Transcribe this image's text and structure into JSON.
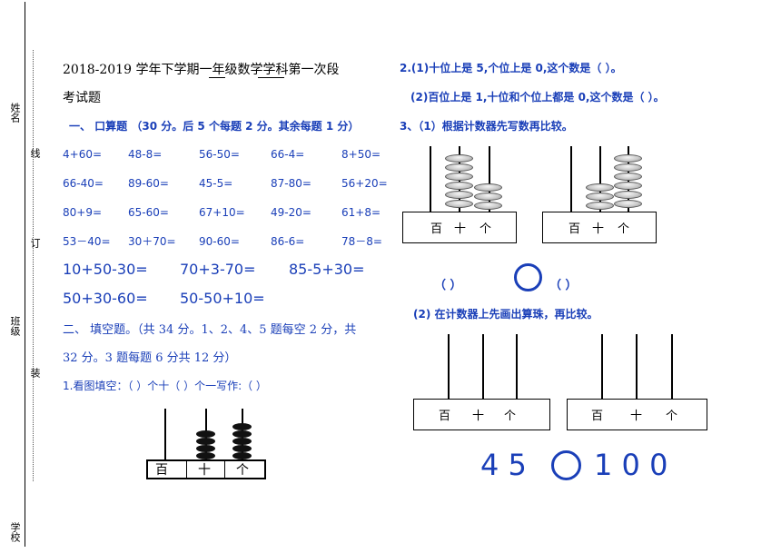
{
  "sidebar": {
    "name_label": "姓名",
    "line_label": "线",
    "order_label": "订",
    "class_label": "班级",
    "bind_label": "装",
    "school_label": "学校"
  },
  "header": {
    "title_line1": "2018-2019 学年下学期一年级数学学科第一次段",
    "title_line2": "考试题"
  },
  "section1": {
    "title": "一、  口算题 （30 分。后 5 个每题 2 分。其余每题 1 分）",
    "rows": [
      [
        "4+60=",
        "48-8=",
        "56-50=",
        "66-4=",
        "8+50="
      ],
      [
        "66-40=",
        "89-60=",
        "45-5=",
        "87-80=",
        "56+20="
      ],
      [
        "80+9=",
        "65-60=",
        "67+10=",
        "49-20=",
        "61+8="
      ],
      [
        "53－40=",
        "30＋70=",
        "90-60=",
        "86-6=",
        "78－8="
      ]
    ],
    "big_rows": [
      [
        "10+50-30=",
        "70+3-70=",
        "85-5+30="
      ],
      [
        "50+30-60=",
        "50-50+10="
      ]
    ]
  },
  "section2": {
    "title_line1": "二、  填空题。（共 34 分。1、2、4、5 题每空 2 分，共",
    "title_line2": "32 分。3 题每题 6 分共 12 分）",
    "q1": "1.看图填空：（      ）个十（      ）个一写作:（      ）",
    "abacus_labels": [
      "百",
      "十",
      "个"
    ],
    "abacus_counts": {
      "tens": 4,
      "ones": 5
    }
  },
  "right": {
    "q2_1": "2.(1)十位上是 5,个位上是 0,这个数是（     ）。",
    "q2_2": "(2)百位上是 1,十位和个位上都是 0,这个数是（      ）。",
    "q3_1": "3、（1）根据计数器先写数再比较。",
    "counter_labels": [
      "百",
      "十",
      "个"
    ],
    "counter1": {
      "tens": 6,
      "ones": 3
    },
    "counter2": {
      "tens": 3,
      "ones": 6
    },
    "compare_left": "（        ）",
    "compare_right": "（        ）",
    "q3_2": "(2) 在计数器上先画出算珠，再比较。",
    "compare_numbers": {
      "left": "4 5",
      "right": "1 0 0"
    }
  }
}
